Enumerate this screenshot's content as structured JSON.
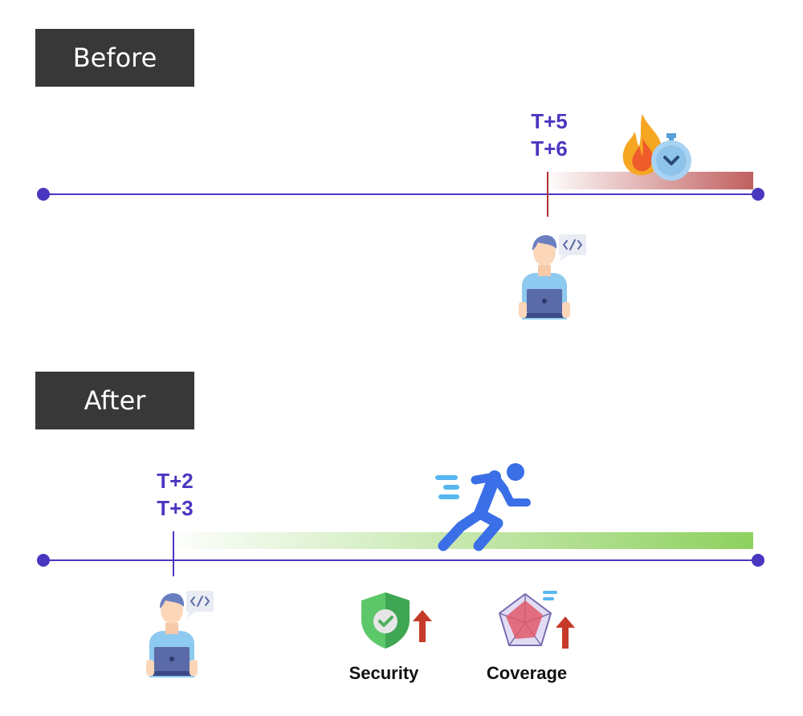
{
  "before": {
    "tag": "Before",
    "time_top": "T+5",
    "time_bottom": "T+6",
    "bar_color": "#c0605f"
  },
  "after": {
    "tag": "After",
    "time_top": "T+2",
    "time_bottom": "T+3",
    "bar_color": "#8ed15f",
    "metrics": [
      {
        "label": "Security",
        "icon": "shield-check-icon",
        "trend": "up-arrow-icon"
      },
      {
        "label": "Coverage",
        "icon": "radar-chart-icon",
        "trend": "up-arrow-icon"
      }
    ]
  },
  "icons": {
    "developer": "developer-laptop-icon",
    "code_bubble": "code-bubble-icon",
    "fire_timer": "fire-stopwatch-icon",
    "runner": "running-person-icon"
  },
  "colors": {
    "axis": "#4a37c0",
    "tag_bg": "#383838",
    "before_tick": "#b5302f"
  }
}
